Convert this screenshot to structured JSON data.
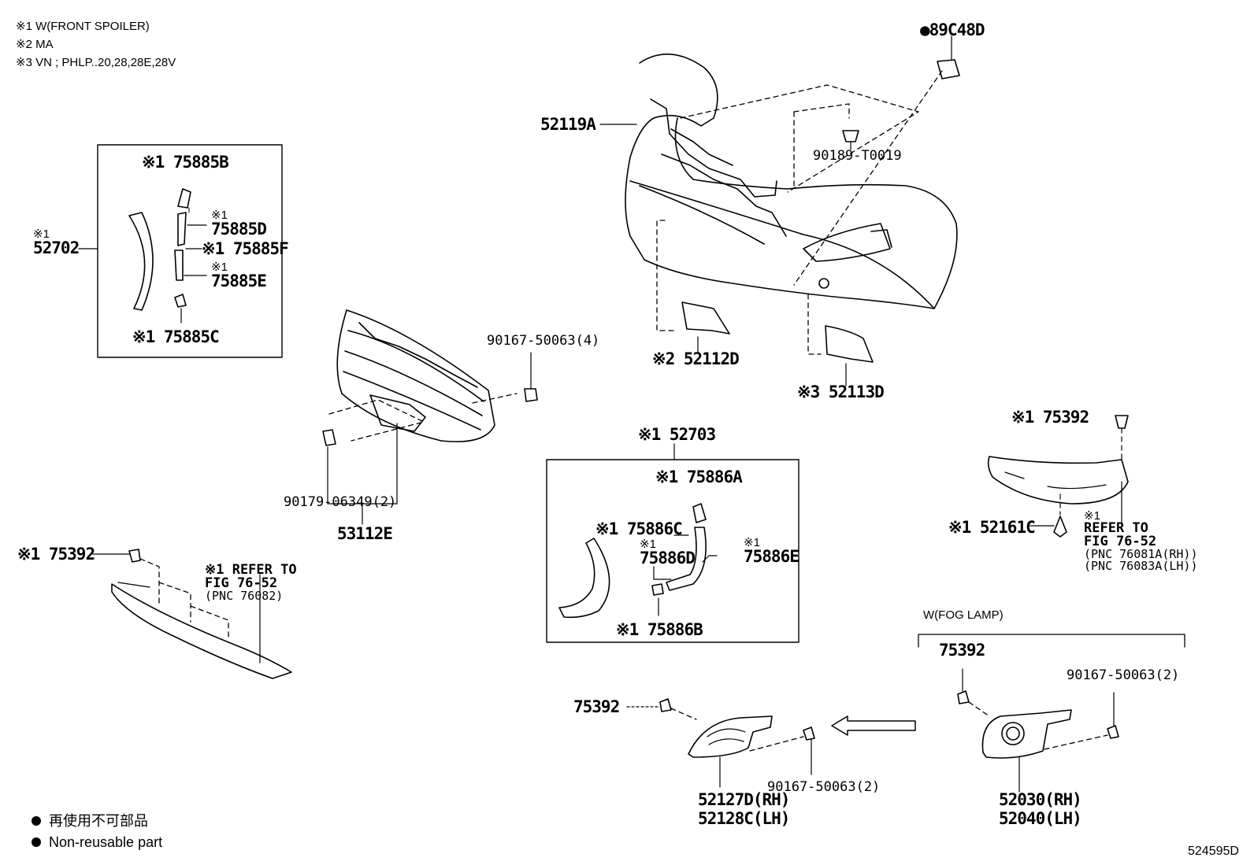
{
  "header_notes": [
    "※1 W(FRONT SPOILER)",
    "※2 MA",
    "※3 VN ; PHLP..20,28,28E,28V"
  ],
  "legend": {
    "jp": "再使用不可部品",
    "en": "Non-reusable part"
  },
  "diagram_id": "524595D",
  "fog_group_label": "W(FOG LAMP)",
  "parts": {
    "p89c48d": "●89C48D",
    "p52119a": "52119A",
    "p90189": "90189-T0019",
    "p75885b": "※1 75885B",
    "p52702": {
      "mark": "※1",
      "pn": "52702"
    },
    "p75885d": {
      "mark": "※1",
      "pn": "75885D"
    },
    "p75885f": "※1 75885F",
    "p75885e": {
      "mark": "※1",
      "pn": "75885E"
    },
    "p75885c": "※1 75885C",
    "p90167_4": "90167-50063(4)",
    "p52112d": "※2 52112D",
    "p52113d": "※3 52113D",
    "p90179": "90179-06349(2)",
    "p53112e": "53112E",
    "p52703": "※1 52703",
    "p75886a": "※1 75886A",
    "p75886c": "※1 75886C",
    "p75886d": {
      "mark": "※1",
      "pn": "75886D"
    },
    "p75886e": {
      "mark": "※1",
      "pn": "75886E"
    },
    "p75886b": "※1 75886B",
    "p75392_r": "※1 75392",
    "p52161c": "※1 52161C",
    "refer_r": [
      "※1",
      "REFER TO",
      "FIG 76-52",
      "(PNC 76081A(RH))",
      "(PNC 76083A(LH))"
    ],
    "p75392_l": "※1 75392",
    "refer_l": [
      "※1 REFER TO",
      "FIG 76-52",
      "(PNC 76082)"
    ],
    "p75392_fog": "75392",
    "p75392_mid": "75392",
    "p90167_2a": "90167-50063(2)",
    "p90167_2b": "90167-50063(2)",
    "p52127d": "52127D(RH)",
    "p52128c": "52128C(LH)",
    "p52030": "52030(RH)",
    "p52040": "52040(LH)"
  }
}
